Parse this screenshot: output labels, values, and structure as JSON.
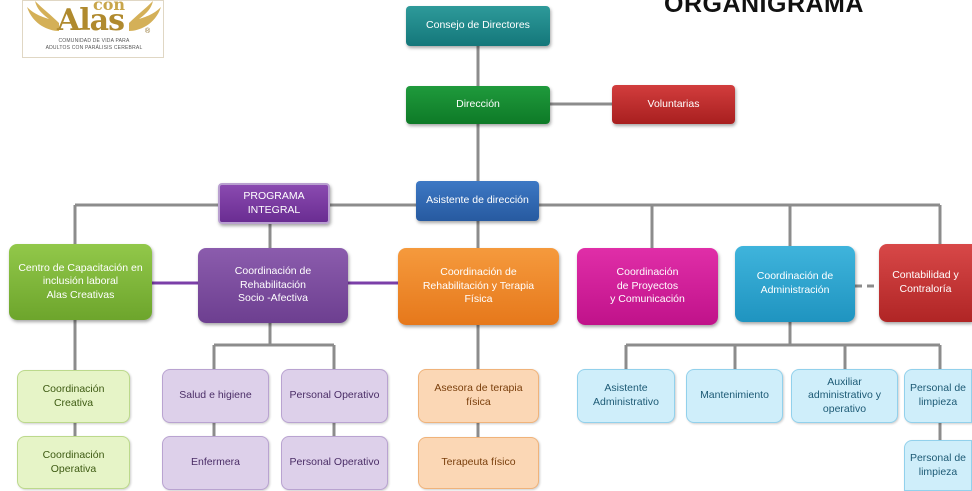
{
  "logo": {
    "script": "con",
    "word": "Alas",
    "registered": "®",
    "tagline_1": "COMUNIDAD DE VIDA PARA",
    "tagline_2": "ADULTOS CON PARÁLISIS CEREBRAL"
  },
  "title": "ORGANIGRAMA",
  "nodes": {
    "consejo": "Consejo de Directores",
    "direccion": "Dirección",
    "voluntarias": "Voluntarias",
    "asistente_direccion": "Asistente de dirección",
    "programa_integral": "PROGRAMA\nINTEGRAL",
    "centro_capacitacion": "Centro de Capacitación en\ninclusión laboral\nAlas Creativas",
    "coord_socio_afectiva": "Coordinación de\nRehabilitación\nSocio -Afectiva",
    "coord_terapia_fisica": "Coordinación de\nRehabilitación    y Terapia\nFísica",
    "coord_proyectos": "Coordinación\nde Proyectos\ny Comunicación",
    "coord_administracion": "Coordinación de\nAdministración",
    "contabilidad": "Contabilidad y\nContraloría",
    "coord_creativa": "Coordinación\nCreativa",
    "coord_operativa": "Coordinación\nOperativa",
    "salud_higiene": "Salud e higiene",
    "enfermera": "Enfermera",
    "personal_operativo_1": "Personal Operativo",
    "personal_operativo_2": "Personal Operativo",
    "asesora_terapia": "Asesora de terapia\nfísica",
    "terapeuta_fisico": "Terapeuta físico",
    "asistente_administrativo": "Asistente\nAdministrativo",
    "mantenimiento": "Mantenimiento",
    "auxiliar_administrativo": "Auxiliar\nadministrativo y\noperativo",
    "personal_limpieza_1": "Personal de\nlimpieza",
    "personal_limpieza_2": "Personal de\nlimpieza"
  },
  "colors": {
    "connector": "#8c8c8c",
    "program_link": "#7b3fa8",
    "logo_gold": "#c8a54a"
  }
}
